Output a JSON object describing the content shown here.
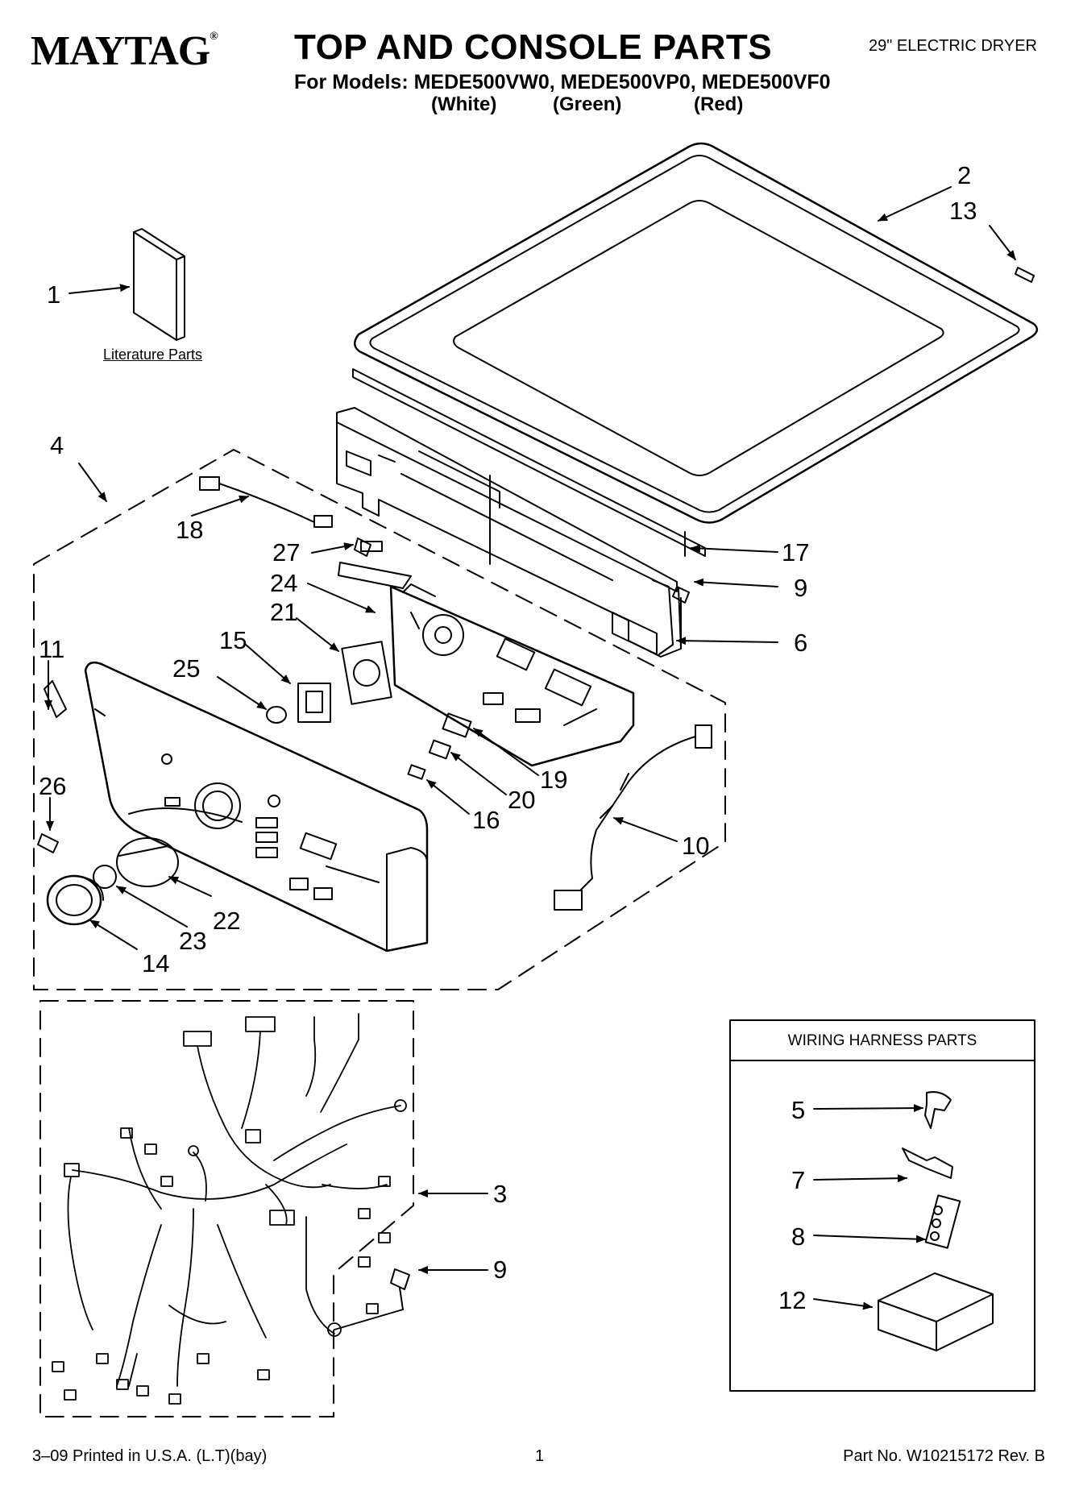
{
  "header": {
    "brand": "MAYTAG",
    "brand_mark": "®",
    "title": "TOP AND CONSOLE PARTS",
    "models_line": "For Models: MEDE500VW0, MEDE500VP0, MEDE500VF0",
    "colors": [
      "(White)",
      "(Green)",
      "(Red)"
    ],
    "product": "29\" ELECTRIC DRYER"
  },
  "literature_label": "Literature Parts",
  "harness_box": {
    "title": "WIRING HARNESS PARTS"
  },
  "callouts": [
    {
      "id": "c1",
      "label": "1"
    },
    {
      "id": "c2",
      "label": "2"
    },
    {
      "id": "c13",
      "label": "13"
    },
    {
      "id": "c4",
      "label": "4"
    },
    {
      "id": "c18",
      "label": "18"
    },
    {
      "id": "c27",
      "label": "27"
    },
    {
      "id": "c17",
      "label": "17"
    },
    {
      "id": "c24",
      "label": "24"
    },
    {
      "id": "c9a",
      "label": "9"
    },
    {
      "id": "c21",
      "label": "21"
    },
    {
      "id": "c6",
      "label": "6"
    },
    {
      "id": "c11",
      "label": "11"
    },
    {
      "id": "c15",
      "label": "15"
    },
    {
      "id": "c25",
      "label": "25"
    },
    {
      "id": "c19",
      "label": "19"
    },
    {
      "id": "c20",
      "label": "20"
    },
    {
      "id": "c26",
      "label": "26"
    },
    {
      "id": "c16",
      "label": "16"
    },
    {
      "id": "c10",
      "label": "10"
    },
    {
      "id": "c22",
      "label": "22"
    },
    {
      "id": "c23",
      "label": "23"
    },
    {
      "id": "c14",
      "label": "14"
    },
    {
      "id": "c3",
      "label": "3"
    },
    {
      "id": "c9b",
      "label": "9"
    },
    {
      "id": "c5",
      "label": "5"
    },
    {
      "id": "c7",
      "label": "7"
    },
    {
      "id": "c8",
      "label": "8"
    },
    {
      "id": "c12",
      "label": "12"
    }
  ],
  "footer": {
    "print_info": "3–09 Printed in U.S.A. (L.T)(bay)",
    "page_number": "1",
    "part_number": "Part No. W10215172 Rev. B"
  }
}
